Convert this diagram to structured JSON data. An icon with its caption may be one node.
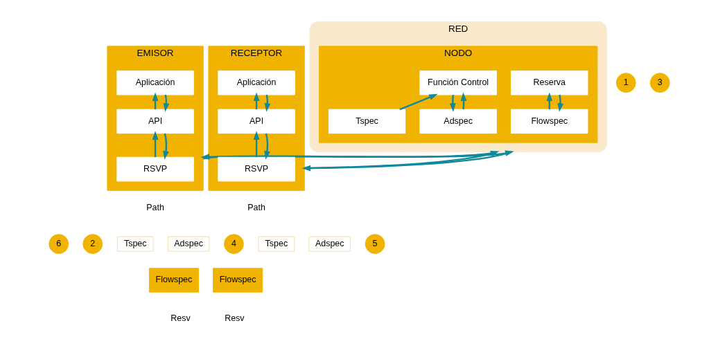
{
  "diagram": {
    "nodes": [
      {
        "text": [
          "EMISOR"
        ]
      },
      {
        "text": [
          "Aplicación"
        ],
        "in": 0
      },
      {
        "text": [
          "API"
        ],
        "in": 0
      },
      {
        "text": [
          "RSVP"
        ],
        "in": 0
      },
      {
        "text": [
          "RED"
        ]
      },
      {
        "text": [
          "NODO"
        ],
        "in": 4
      },
      {
        "text": [
          "Función Control"
        ],
        "in": 5
      },
      {
        "text": [
          "Tspec"
        ],
        "in": 5
      },
      {
        "text": [
          "Adspec"
        ],
        "in": 5
      },
      {
        "text": [
          "Reserva"
        ],
        "in": 5
      },
      {
        "text": [
          "Flowspec"
        ],
        "in": 5
      },
      {
        "text": [
          "RECEPTOR"
        ]
      },
      {
        "text": [
          "Aplicación"
        ],
        "in": 11
      },
      {
        "text": [
          "API"
        ],
        "in": 11
      },
      {
        "text": [
          "RSVP"
        ],
        "in": 11
      },
      {
        "text": [
          "1"
        ]
      },
      {
        "text": [
          "3"
        ]
      },
      {
        "text": [
          "6"
        ]
      },
      {
        "text": [
          "2"
        ]
      },
      {
        "text": [
          "4"
        ]
      },
      {
        "text": [
          "5"
        ]
      },
      {
        "text": [
          "Tspec"
        ]
      },
      {
        "text": [
          "Adspec"
        ]
      },
      {
        "text": [
          "Tspec"
        ]
      },
      {
        "text": [
          "Adspec"
        ]
      },
      {
        "text": [
          "Flowspec"
        ]
      },
      {
        "text": [
          "Flowspec"
        ]
      }
    ],
    "edges": [
      {
        "from": 2,
        "to": 1,
        "arrow": "to"
      },
      {
        "from": 1,
        "to": 2,
        "arrow": "to"
      },
      {
        "from": 3,
        "to": 2,
        "arrow": "to"
      },
      {
        "from": 2,
        "to": 3,
        "arrow": "to"
      },
      {
        "from": 7,
        "to": 6,
        "arrow": "to"
      },
      {
        "from": 8,
        "to": 6,
        "arrow": "to"
      },
      {
        "from": 6,
        "to": 8,
        "arrow": "to"
      },
      {
        "from": 10,
        "to": 9,
        "arrow": "to"
      },
      {
        "from": 9,
        "to": 10,
        "arrow": "to"
      },
      {
        "from": 13,
        "to": 12,
        "arrow": "to"
      },
      {
        "from": 12,
        "to": 13,
        "arrow": "to"
      },
      {
        "from": 14,
        "to": 13,
        "arrow": "to"
      },
      {
        "from": 13,
        "to": 14,
        "arrow": "to"
      },
      {
        "from": 0,
        "to": 4,
        "arrow": "to"
      },
      {
        "from": 4,
        "to": 0,
        "arrow": "to"
      },
      {
        "from": 4,
        "to": 11,
        "arrow": "to"
      },
      {
        "from": 11,
        "to": 4,
        "arrow": "to"
      }
    ],
    "labels": [
      "Path",
      "Path",
      "Resv",
      "Resv"
    ]
  }
}
